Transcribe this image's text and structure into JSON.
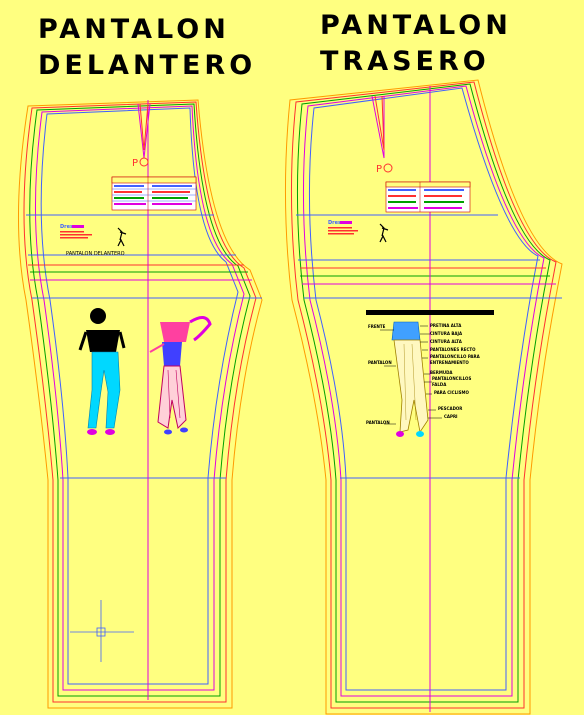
{
  "titles": {
    "front": [
      "PANTALON",
      "DELANTERO"
    ],
    "back": [
      "PANTALON",
      "TRASERO"
    ]
  },
  "point_labels": {
    "front": "P",
    "back": "P"
  },
  "front_piece_label": "PANTALON DELANTERO",
  "brand_fragment": "Dres",
  "style_notes": [
    "FRENTE",
    "PRETINA ALTA",
    "CINTURA BAJA",
    "CINTURA ALTA",
    "PANTALONES RECTO",
    "PANTALON",
    "PANTALONCILLO PARA",
    "ENTRENAMIENTO",
    "BERMUDA",
    "PANTALONCILLOS",
    "FALDA",
    "PARA CICLISMO",
    "PESCADOR",
    "CAPRI",
    "PANTALON"
  ],
  "colors": {
    "background": "#ffff80",
    "outline_blue": "#4060ff",
    "outline_magenta": "#e000e0",
    "outline_green": "#00a000",
    "outline_red": "#ff3030",
    "outline_orange": "#ff9a00"
  }
}
